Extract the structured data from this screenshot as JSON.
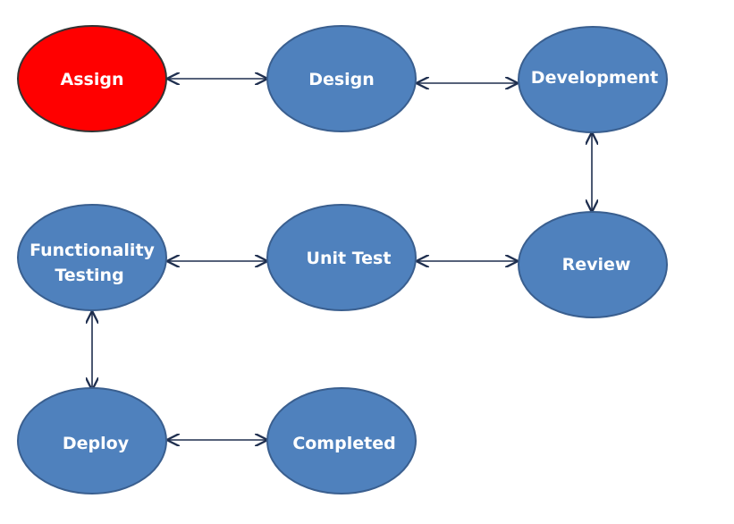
{
  "colors": {
    "node_fill": "#4f81bd",
    "node_active_fill": "#ff0000",
    "node_text": "#ffffff",
    "connector": "#1f2f4f"
  },
  "nodes": {
    "assign": {
      "label": "Assign",
      "state": "active"
    },
    "design": {
      "label": "Design"
    },
    "development": {
      "label": "Development"
    },
    "review": {
      "label": "Review"
    },
    "unit_test": {
      "label": "Unit Test"
    },
    "functionality_testing": {
      "lines": [
        "Functionality",
        "Testing"
      ]
    },
    "deploy": {
      "label": "Deploy"
    },
    "completed": {
      "label": "Completed"
    }
  },
  "edges": [
    {
      "from": "Assign",
      "to": "Design",
      "direction": "both"
    },
    {
      "from": "Design",
      "to": "Development",
      "direction": "both"
    },
    {
      "from": "Development",
      "to": "Review",
      "direction": "both"
    },
    {
      "from": "Review",
      "to": "Unit Test",
      "direction": "both"
    },
    {
      "from": "Unit Test",
      "to": "Functionality Testing",
      "direction": "both"
    },
    {
      "from": "Functionality Testing",
      "to": "Deploy",
      "direction": "both"
    },
    {
      "from": "Deploy",
      "to": "Completed",
      "direction": "both"
    }
  ]
}
